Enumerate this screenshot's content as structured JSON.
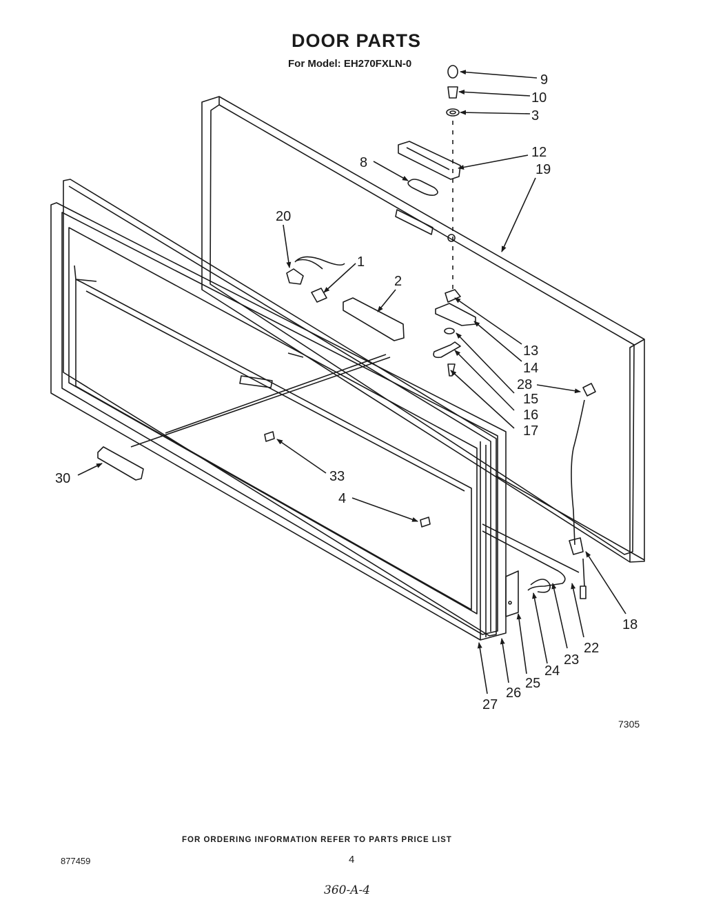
{
  "page": {
    "title": "DOOR PARTS",
    "subtitle": "For Model: EH270FXLN-0",
    "drawing_code": "7305",
    "footer_note": "FOR ORDERING INFORMATION REFER TO PARTS PRICE LIST",
    "document_number": "877459",
    "page_number": "4",
    "handwritten_note": "360-A-4"
  },
  "callouts": [
    {
      "id": "9",
      "label": "9"
    },
    {
      "id": "10",
      "label": "10"
    },
    {
      "id": "3",
      "label": "3"
    },
    {
      "id": "12",
      "label": "12"
    },
    {
      "id": "19",
      "label": "19"
    },
    {
      "id": "8",
      "label": "8"
    },
    {
      "id": "20",
      "label": "20"
    },
    {
      "id": "1",
      "label": "1"
    },
    {
      "id": "2",
      "label": "2"
    },
    {
      "id": "13",
      "label": "13"
    },
    {
      "id": "14",
      "label": "14"
    },
    {
      "id": "28",
      "label": "28"
    },
    {
      "id": "15",
      "label": "15"
    },
    {
      "id": "16",
      "label": "16"
    },
    {
      "id": "17",
      "label": "17"
    },
    {
      "id": "30",
      "label": "30"
    },
    {
      "id": "33",
      "label": "33"
    },
    {
      "id": "4",
      "label": "4"
    },
    {
      "id": "18",
      "label": "18"
    },
    {
      "id": "22",
      "label": "22"
    },
    {
      "id": "23",
      "label": "23"
    },
    {
      "id": "24",
      "label": "24"
    },
    {
      "id": "25",
      "label": "25"
    },
    {
      "id": "26",
      "label": "26"
    },
    {
      "id": "27",
      "label": "27"
    }
  ]
}
